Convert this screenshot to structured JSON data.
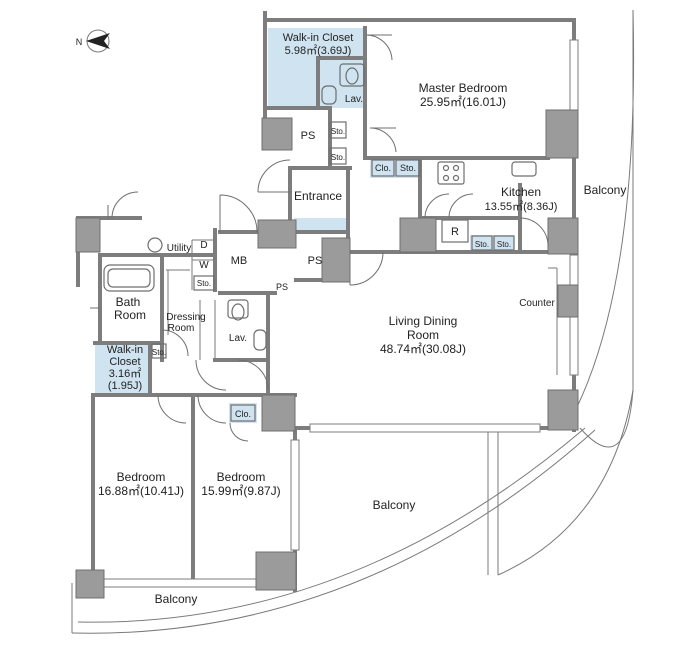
{
  "rooms": {
    "walkin_closet_1": {
      "line1": "Walk-in Closet",
      "line2": "5.98㎡(3.69J)"
    },
    "master_bedroom": {
      "line1": "Master Bedroom",
      "line2": "25.95㎡(16.01J)"
    },
    "kitchen": {
      "line1": "Kitchen",
      "line2": "13.55㎡(8.36J)"
    },
    "living_dining": {
      "line1": "Living Dining",
      "line2": "Room",
      "line3": "48.74㎡(30.08J)"
    },
    "walkin_closet_2": {
      "line1": "Walk-in",
      "line2": "Closet",
      "line3": "3.16㎡",
      "line4": "(1.95J)"
    },
    "bedroom_1": {
      "line1": "Bedroom",
      "line2": "16.88㎡(10.41J)"
    },
    "bedroom_2": {
      "line1": "Bedroom",
      "line2": "15.99㎡(9.87J)"
    },
    "bath_room": {
      "line1": "Bath",
      "line2": "Room"
    },
    "dressing_room": {
      "line1": "Dressing",
      "line2": "Room"
    }
  },
  "labels": {
    "lav_upper": "Lav.",
    "lav_lower": "Lav.",
    "ps_upper": "PS",
    "ps_mb": "PS",
    "ps_small": "PS",
    "sto_upper_a": "Sto.",
    "sto_upper_b": "Sto.",
    "clo_kitchen": "Clo.",
    "sto_kitchen": "Sto.",
    "entrance": "Entrance",
    "refrigerator": "R",
    "sto_kitchen_a": "Sto.",
    "sto_kitchen_b": "Sto.",
    "utility": "Utility",
    "dryer": "D",
    "washer": "W",
    "sto_utility": "Sto.",
    "mb": "MB",
    "counter": "Counter",
    "sto_wic": "Sto.",
    "clo_bedroom": "Clo.",
    "balcony_east": "Balcony",
    "balcony_south": "Balcony",
    "balcony_bottom": "Balcony"
  },
  "compass": {
    "label": "N"
  },
  "colors": {
    "closet_fill": "#cfe3f0",
    "wall": "#7d7d7d",
    "column": "#9b9b9b"
  }
}
